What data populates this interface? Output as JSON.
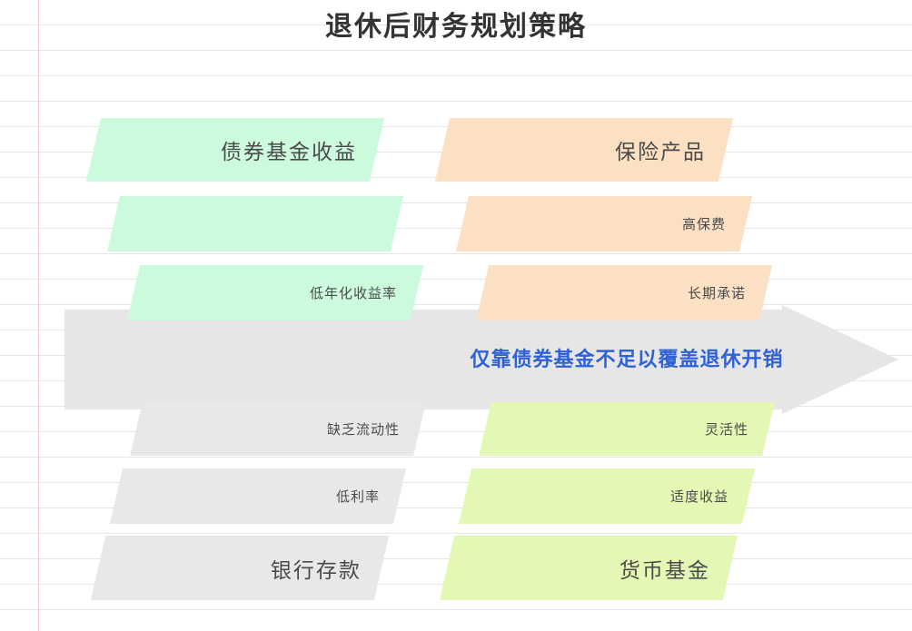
{
  "title": "退休后财务规划策略",
  "center_arrow": {
    "label": "仅靠债券基金不足以覆盖退休开销",
    "direction": "right",
    "color": "#E6E6E6",
    "text_color": "#2F62D6"
  },
  "colors": {
    "green": "#CBFADC",
    "orange": "#FCE0C3",
    "gray": "#E8E8E8",
    "lime": "#E4F8B5",
    "text": "#4A4A4A",
    "title": "#333333",
    "rule_line": "#D0D0D4",
    "margin_line": "#E8AAAF",
    "page": "#FFFFFF"
  },
  "columns": [
    {
      "id": "top-left",
      "color_key": "green",
      "bars": [
        {
          "label": "债券基金收益",
          "size": "big",
          "empty": false
        },
        {
          "label": "",
          "size": "small",
          "empty": true
        },
        {
          "label": "低年化收益率",
          "size": "small",
          "empty": false
        }
      ]
    },
    {
      "id": "top-right",
      "color_key": "orange",
      "bars": [
        {
          "label": "保险产品",
          "size": "big",
          "empty": false
        },
        {
          "label": "高保费",
          "size": "small",
          "empty": false
        },
        {
          "label": "长期承诺",
          "size": "small",
          "empty": false
        }
      ]
    },
    {
      "id": "bottom-left",
      "color_key": "gray",
      "bars": [
        {
          "label": "缺乏流动性",
          "size": "small",
          "empty": false
        },
        {
          "label": "低利率",
          "size": "small",
          "empty": false
        },
        {
          "label": "银行存款",
          "size": "big",
          "empty": false
        }
      ]
    },
    {
      "id": "bottom-right",
      "color_key": "lime",
      "bars": [
        {
          "label": "灵活性",
          "size": "small",
          "empty": false
        },
        {
          "label": "适度收益",
          "size": "small",
          "empty": false
        },
        {
          "label": "货币基金",
          "size": "big",
          "empty": false
        }
      ]
    }
  ]
}
